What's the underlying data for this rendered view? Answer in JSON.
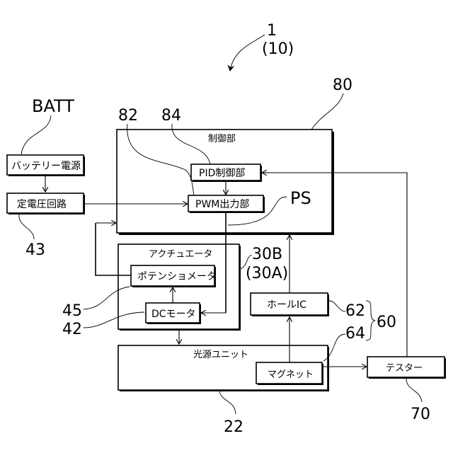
{
  "diagram": {
    "blocks": {
      "battery_power": "バッテリー電源",
      "constant_voltage": "定電圧回路",
      "control_unit": "制御部",
      "pid_control": "PID制御部",
      "pwm_output": "PWM出力部",
      "actuator": "アクチュエータ",
      "potentiometer": "ポテンショメータ",
      "dc_motor": "DCモータ",
      "hall_ic": "ホールIC",
      "light_source_unit": "光源ユニット",
      "magnet": "マグネット",
      "tester": "テスター"
    },
    "labels": {
      "batt": "BATT",
      "ps": "PS",
      "ref_1": "1",
      "ref_10": "(10)",
      "ref_80": "80",
      "ref_82": "82",
      "ref_84": "84",
      "ref_43": "43",
      "ref_45": "45",
      "ref_42": "42",
      "ref_30b": "30B",
      "ref_30a": "(30A)",
      "ref_62": "62",
      "ref_64": "64",
      "ref_60": "60",
      "ref_22": "22",
      "ref_70": "70"
    }
  }
}
